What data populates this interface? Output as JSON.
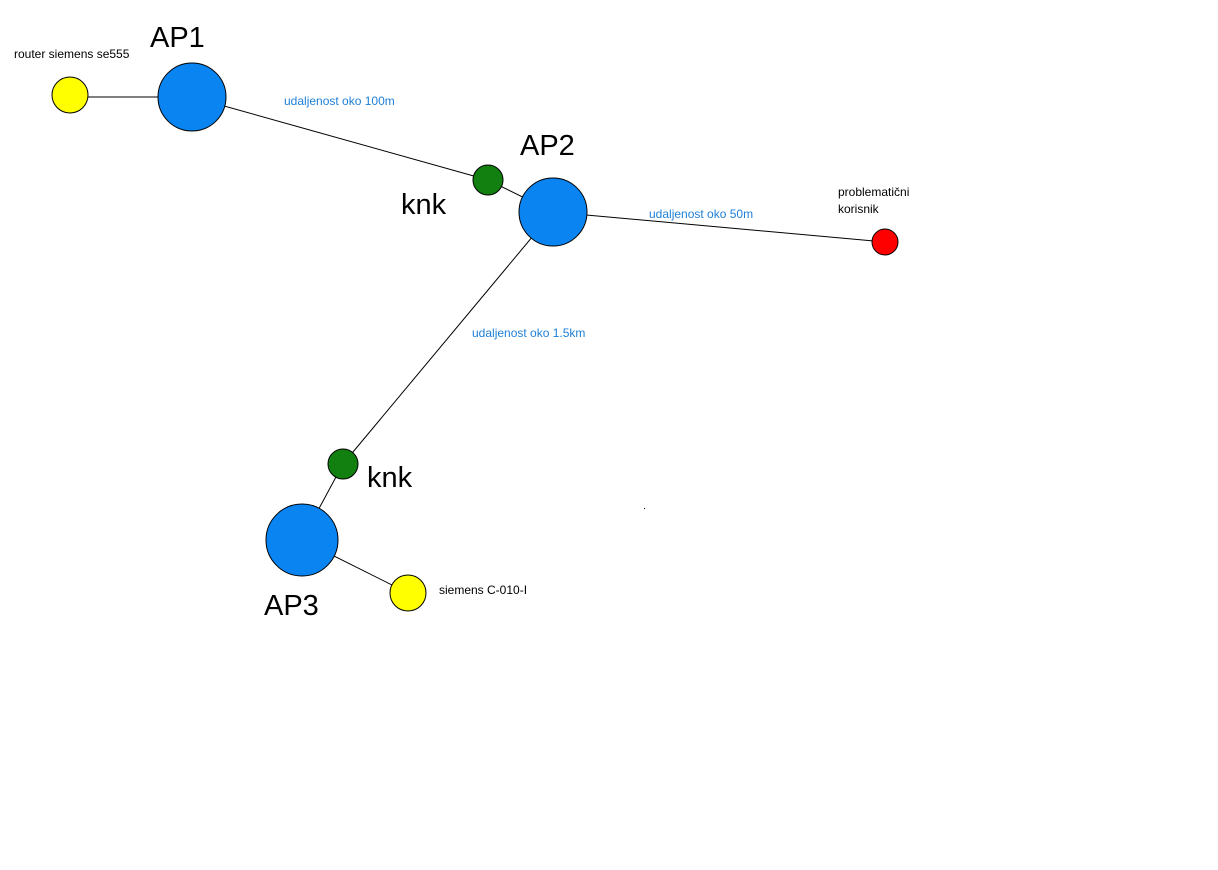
{
  "colors": {
    "access_point": "#0a84f0",
    "router": "#ffff00",
    "knk": "#118011",
    "user": "#ff0000",
    "distance_text": "#1e7fd6",
    "line": "#000000"
  },
  "labels": {
    "ap1": "AP1",
    "ap2": "AP2",
    "ap3": "AP3",
    "knk_top": "knk",
    "knk_bottom": "knk",
    "router_top": "router siemens se555",
    "router_bottom": "siemens C-010-I",
    "user_line1": "problematični",
    "user_line2": "korisnik"
  },
  "distances": {
    "ap1_ap2": "udaljenost oko 100m",
    "ap2_user": "udaljenost oko 50m",
    "ap2_ap3": "udaljenost oko 1.5km"
  }
}
